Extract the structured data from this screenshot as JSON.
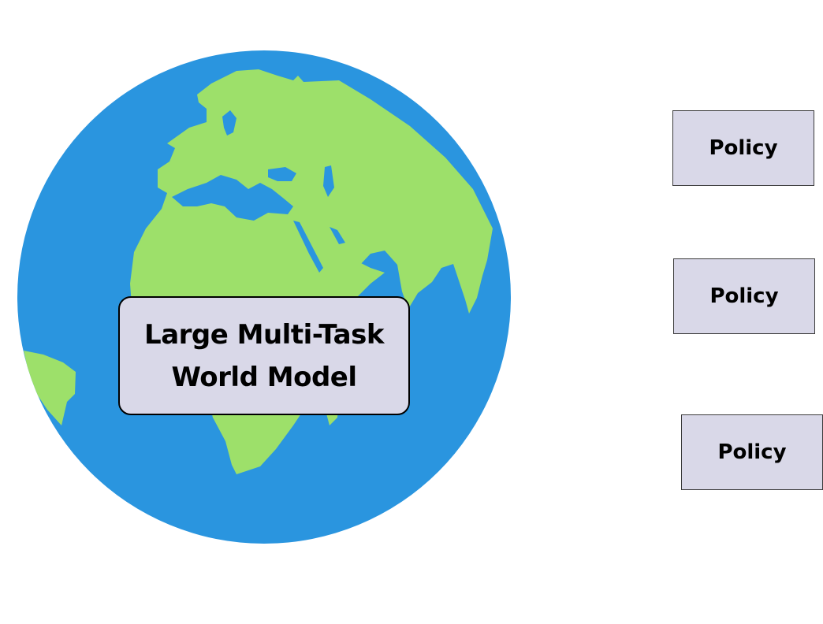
{
  "colors": {
    "ocean": "#2a95df",
    "land": "#9de06a",
    "box_fill": "#d9d8e8",
    "border": "#000000"
  },
  "world_model": {
    "line1": "Large Multi-Task",
    "line2": "World Model"
  },
  "policies": [
    {
      "label": "Policy"
    },
    {
      "label": "Policy"
    },
    {
      "label": "Policy"
    }
  ]
}
